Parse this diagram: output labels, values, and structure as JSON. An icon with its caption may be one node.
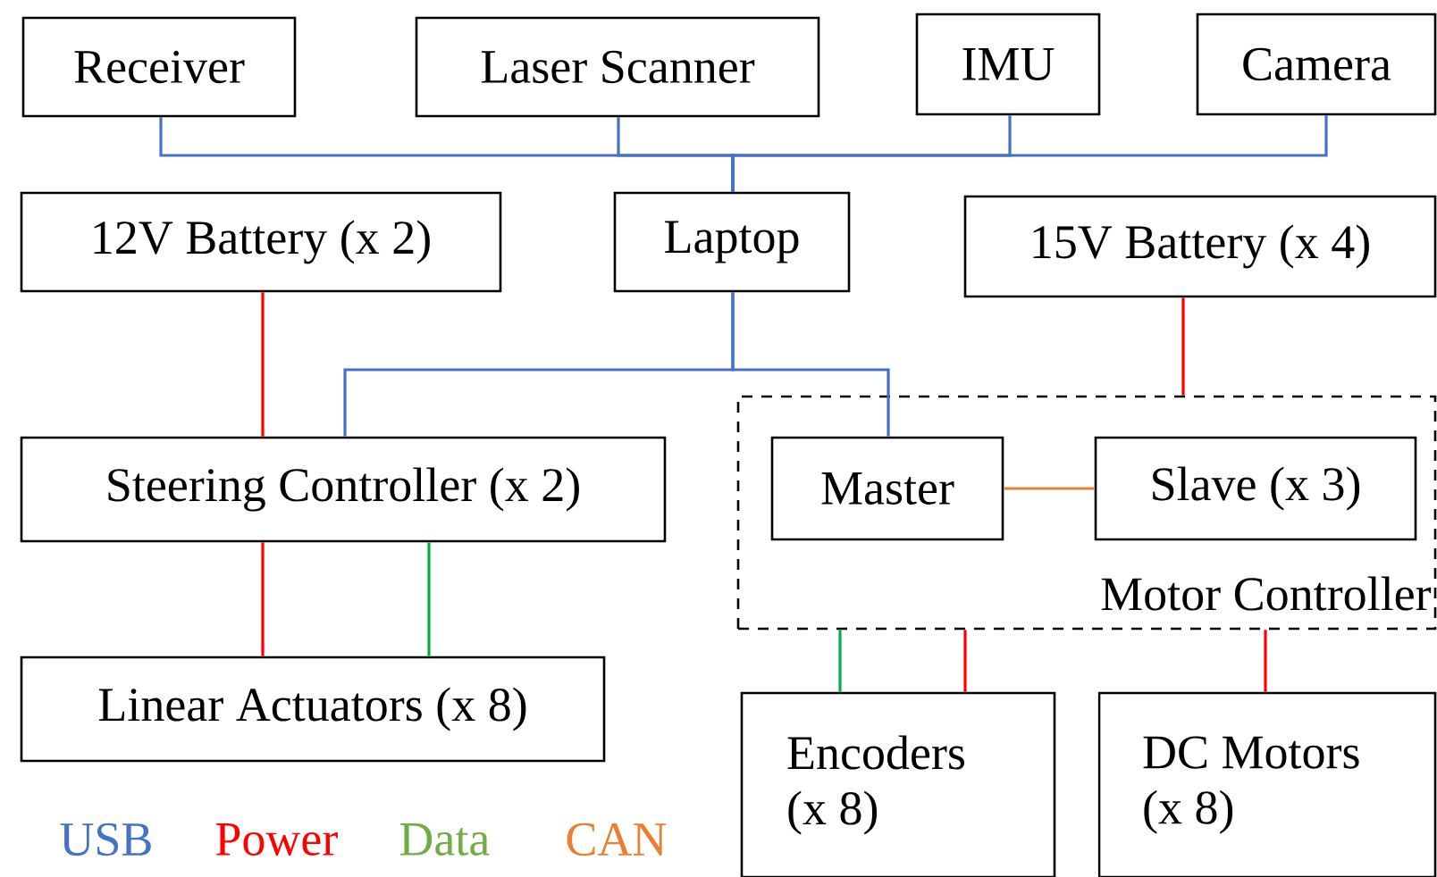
{
  "diagram": {
    "nodes": [
      {
        "text": [
          "Receiver"
        ]
      },
      {
        "text": [
          "Laser Scanner"
        ]
      },
      {
        "text": [
          "IMU"
        ]
      },
      {
        "text": [
          "Camera"
        ]
      },
      {
        "text": [
          "12V Battery (x 2)"
        ]
      },
      {
        "text": [
          "Laptop"
        ]
      },
      {
        "text": [
          "15V Battery (x 4)"
        ]
      },
      {
        "text": [
          "Motor Controller"
        ]
      },
      {
        "text": [
          "Steering Controller (x 2)"
        ]
      },
      {
        "text": [
          "Master"
        ],
        "in": 7
      },
      {
        "text": [
          "Slave (x 3)"
        ],
        "in": 7
      },
      {
        "text": [
          "Linear Actuators (x 8)"
        ]
      },
      {
        "text": [
          "Encoders (x 8)"
        ]
      },
      {
        "text": [
          "DC Motors (x 8)"
        ]
      }
    ],
    "edges": [
      {
        "from": 0,
        "to": 5,
        "arrow": "none",
        "color": "#4472c4"
      },
      {
        "from": 1,
        "to": 5,
        "arrow": "none",
        "color": "#4472c4"
      },
      {
        "from": 2,
        "to": 5,
        "arrow": "none",
        "color": "#4472c4"
      },
      {
        "from": 3,
        "to": 5,
        "arrow": "none",
        "color": "#4472c4"
      },
      {
        "from": 5,
        "to": 8,
        "arrow": "none",
        "color": "#4472c4"
      },
      {
        "from": 5,
        "to": 9,
        "arrow": "none",
        "color": "#4472c4"
      },
      {
        "from": 4,
        "to": 8,
        "arrow": "none",
        "color": "#ff0000"
      },
      {
        "from": 6,
        "to": 7,
        "arrow": "none",
        "color": "#ff0000"
      },
      {
        "from": 8,
        "to": 11,
        "arrow": "none",
        "color": "#ff0000"
      },
      {
        "from": 8,
        "to": 11,
        "arrow": "none",
        "color": "#00b050"
      },
      {
        "from": 7,
        "to": 12,
        "arrow": "none",
        "color": "#00b050"
      },
      {
        "from": 7,
        "to": 12,
        "arrow": "none",
        "color": "#ff0000"
      },
      {
        "from": 7,
        "to": 13,
        "arrow": "none",
        "color": "#ff0000"
      },
      {
        "from": 9,
        "to": 10,
        "arrow": "none",
        "color": "#ed7d31"
      }
    ],
    "legend": [
      {
        "text": "USB",
        "color": "#4472c4"
      },
      {
        "text": "Power",
        "color": "#ff0000"
      },
      {
        "text": "Data",
        "color": "#70ad47"
      },
      {
        "text": "CAN",
        "color": "#ed7d31"
      }
    ]
  }
}
